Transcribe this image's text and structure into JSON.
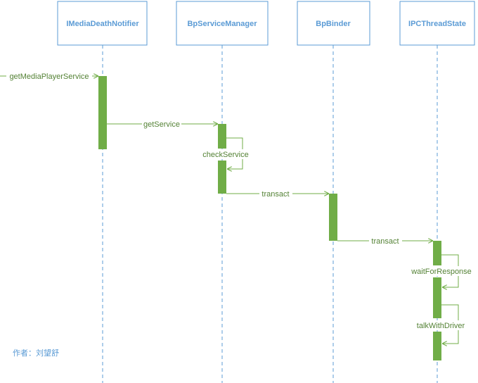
{
  "lifelines": [
    "IMediaDeathNotifier",
    "BpServiceManager",
    "BpBinder",
    "IPCThreadState"
  ],
  "messages": [
    "getMediaPlayerService",
    "getService",
    "checkService",
    "transact",
    "transact",
    "waitForResponse",
    "talkWithDriver"
  ],
  "author": "作者：刘望舒",
  "colors": {
    "lifeline": "#5b9bd5",
    "message": "#70ad47",
    "label": "#548235"
  }
}
